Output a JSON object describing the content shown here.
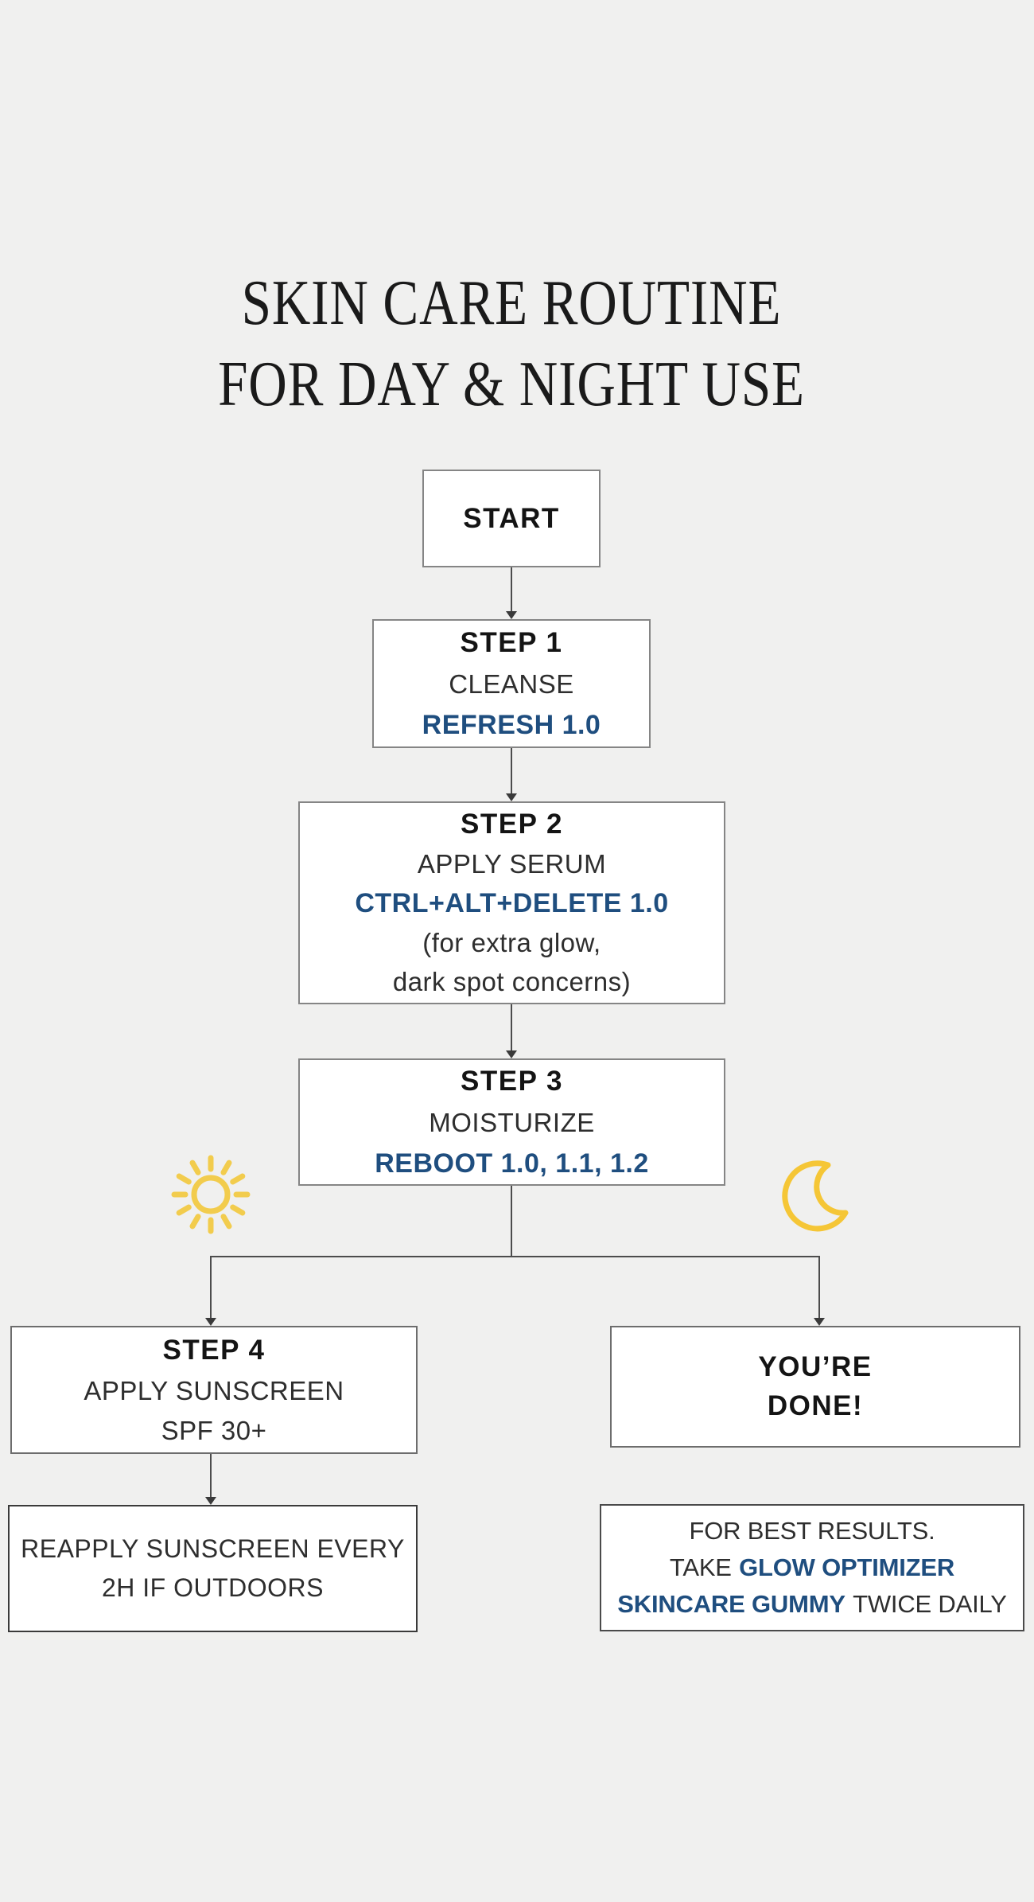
{
  "title": {
    "line1": "SKIN CARE ROUTINE",
    "line2": "FOR DAY & NIGHT USE"
  },
  "flow": {
    "start": {
      "label": "START"
    },
    "step1": {
      "heading": "STEP 1",
      "action": "CLEANSE",
      "product": "REFRESH 1.0"
    },
    "step2": {
      "heading": "STEP 2",
      "action": "APPLY SERUM",
      "product": "CTRL+ALT+DELETE 1.0",
      "note_line1": "(for extra glow,",
      "note_line2": "dark spot concerns)"
    },
    "step3": {
      "heading": "STEP 3",
      "action": "MOISTURIZE",
      "product": "REBOOT 1.0, 1.1, 1.2"
    },
    "day_branch": {
      "step4": {
        "heading": "STEP 4",
        "action": "APPLY SUNSCREEN",
        "detail": "SPF 30+"
      },
      "reapply": {
        "line1": "REAPPLY SUNSCREEN EVERY",
        "line2": "2H IF OUTDOORS"
      }
    },
    "night_branch": {
      "done": {
        "line1": "YOU’RE",
        "line2": "DONE!"
      },
      "results": {
        "line1": "FOR BEST RESULTS.",
        "line2_regular": "TAKE",
        "line2_bold": "GLOW OPTIMIZER",
        "line3_bold": "SKINCARE GUMMY",
        "line3_regular": "TWICE DAILY"
      }
    }
  },
  "icons": {
    "day": "sun-icon",
    "night": "moon-icon"
  },
  "colors": {
    "background": "#f0f0ef",
    "box_fill": "#ffffff",
    "box_border": "#858585",
    "accent_blue": "#1f4e7f",
    "sun_yellow": "#f2cc4d",
    "moon_yellow": "#f5c636",
    "text_dark": "#1a1a1a",
    "connector": "#4c4c4c"
  }
}
